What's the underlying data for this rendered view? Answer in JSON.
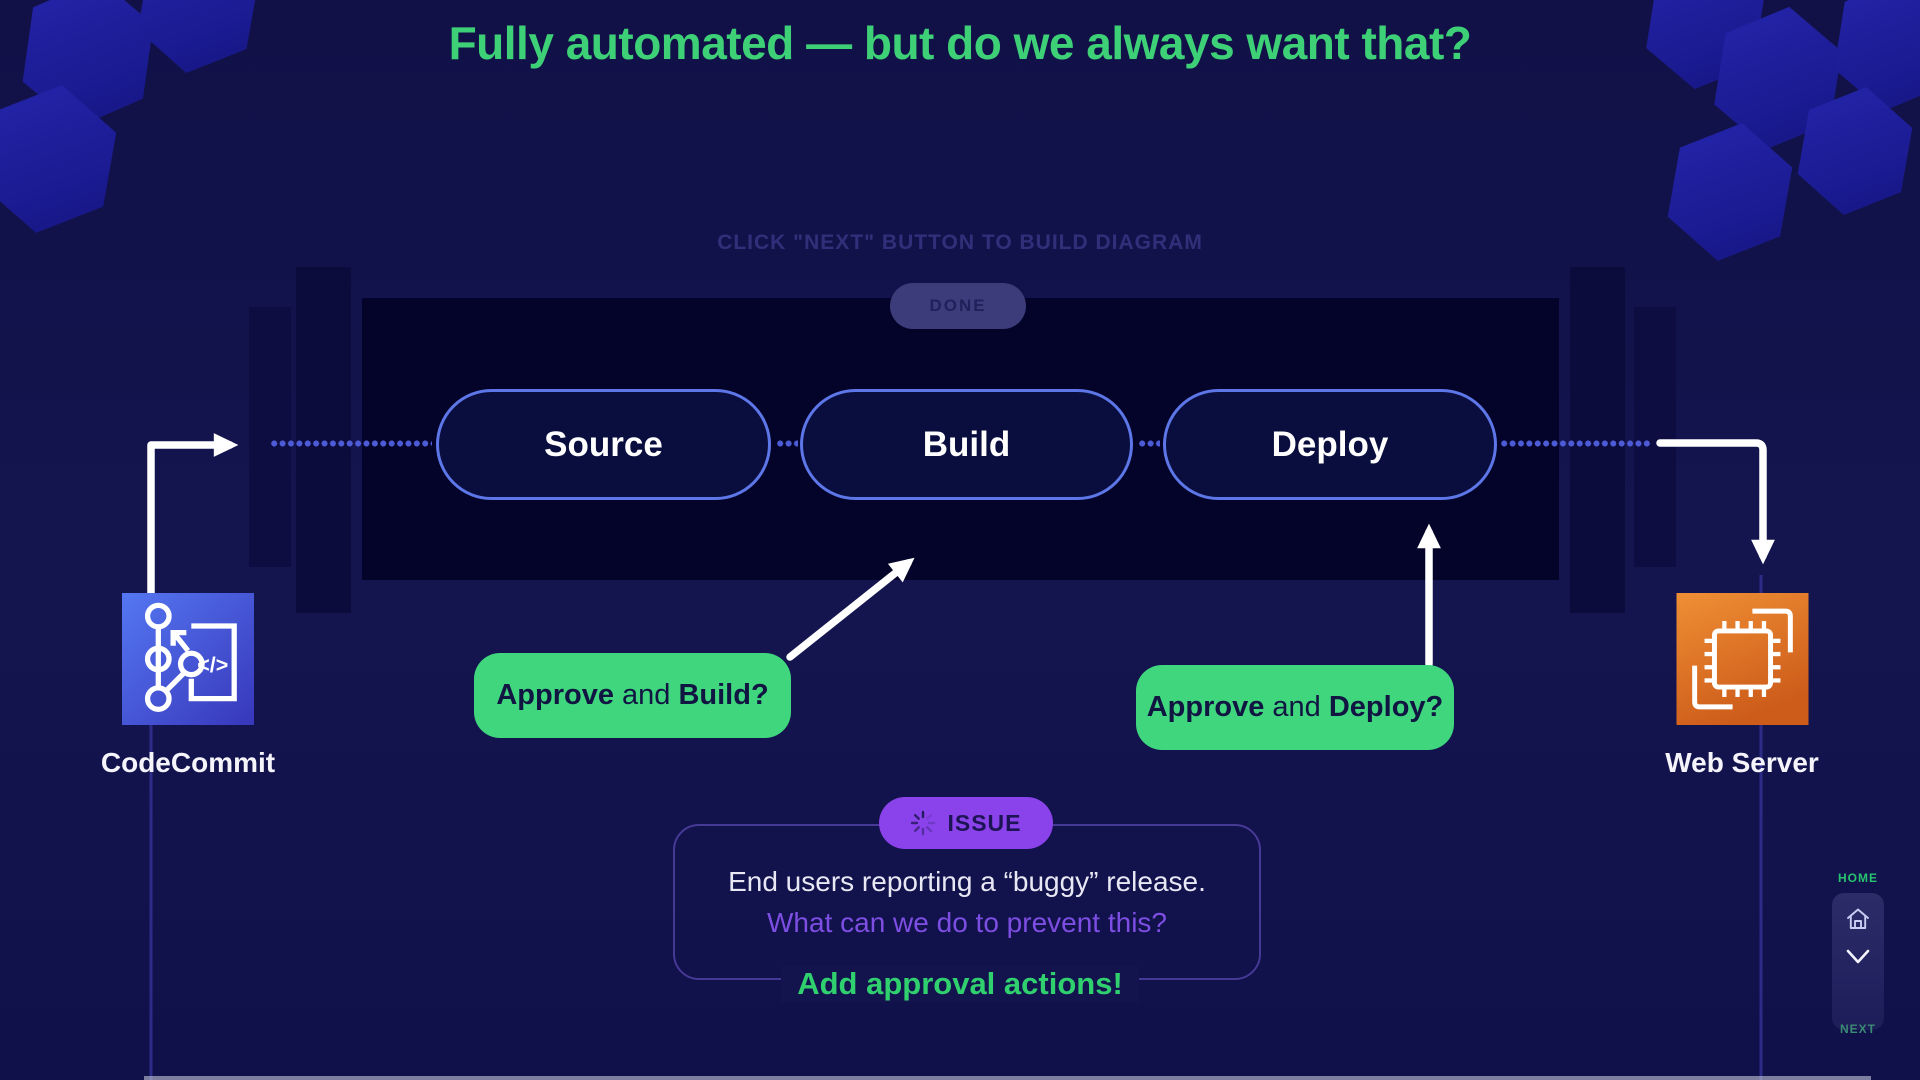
{
  "title": "Fully automated — but do we always want that?",
  "hint": "CLICK \"NEXT\" BUTTON TO BUILD DIAGRAM",
  "toolbar": {
    "done_label": "DONE"
  },
  "pipeline": {
    "stages": [
      {
        "label": "Source"
      },
      {
        "label": "Build"
      },
      {
        "label": "Deploy"
      }
    ]
  },
  "nodes": {
    "source": {
      "label": "CodeCommit",
      "icon": "aws-codecommit-icon"
    },
    "target": {
      "label": "Web Server",
      "icon": "server-chip-icon"
    }
  },
  "callouts": [
    {
      "bold_start": "Approve",
      "middle": " and ",
      "bold_end": "Build?"
    },
    {
      "bold_start": "Approve",
      "middle": " and ",
      "bold_end": "Deploy?"
    }
  ],
  "issue": {
    "badge_label": "ISSUE",
    "line1": "End users reporting a “buggy” release.",
    "line2": "What can we do to prevent this?",
    "action": "Add approval actions!"
  },
  "nav": {
    "home_label": "HOME",
    "next_label": "NEXT"
  },
  "colors": {
    "background": "#13134e",
    "accent_green": "#3ed077",
    "callout_green": "#3fd67e",
    "issue_purple": "#8a43ea",
    "purple_text": "#7d4ee2",
    "pill_border": "#5d76e8",
    "dot_blue": "#4d5cd6",
    "arrow_white": "#ffffff"
  }
}
